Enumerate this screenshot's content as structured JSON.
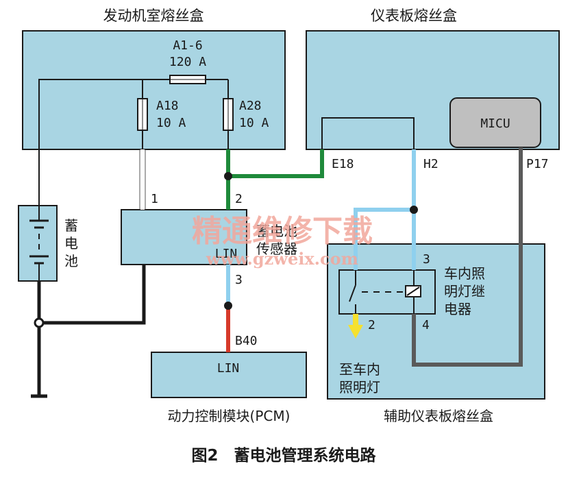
{
  "boxes": {
    "engine_fuse_box": "发动机室熔丝盒",
    "dash_fuse_box": "仪表板熔丝盒",
    "aux_dash_fuse_box": "辅助仪表板熔丝盒",
    "pcm": "动力控制模块(PCM)",
    "micu": "MICU",
    "pcm_lin": "LIN",
    "sensor_lin": "LIN"
  },
  "fuses": {
    "main": {
      "id": "A1-6",
      "rating": "120 A"
    },
    "left": {
      "id": "A18",
      "rating": "10 A"
    },
    "right": {
      "id": "A28",
      "rating": "10 A"
    }
  },
  "battery": {
    "label": [
      "蓄",
      "电",
      "池"
    ]
  },
  "sensor": {
    "label": [
      "蓄电池",
      "传感器"
    ]
  },
  "relay": {
    "label": [
      "车内照",
      "明灯继",
      "电器"
    ]
  },
  "pins": {
    "sensor_1": "1",
    "sensor_2": "2",
    "sensor_3": "3",
    "e18": "E18",
    "h2": "H2",
    "p17": "P17",
    "b40": "B40",
    "relay_3": "3",
    "relay_2": "2",
    "relay_4": "4"
  },
  "lamp_note": [
    "至车内",
    "照明灯"
  ],
  "watermark": {
    "text": "精通维修下载",
    "url": "www.gzweix.com"
  },
  "caption": "图2　蓄电池管理系统电路",
  "colors": {
    "box_fill": "#a9d5e3",
    "green_wire": "#1f8a3b",
    "blue_wire": "#8fd0ee",
    "gray_wire": "#5a5a5a",
    "red_wire": "#d63a2a",
    "black_wire": "#1a1a1a",
    "arrow_yellow": "#f5e12e"
  }
}
